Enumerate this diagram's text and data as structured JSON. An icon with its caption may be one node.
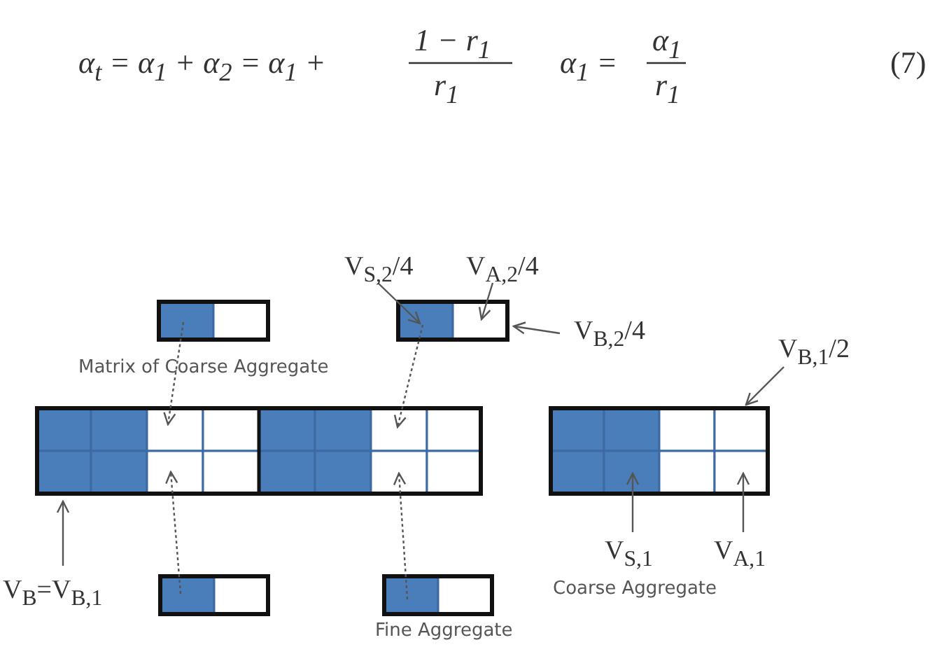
{
  "diagram": {
    "nodes": [
      {
        "text": [
          "V$_{S,2}$/4"
        ]
      },
      {
        "text": [
          "V$_{A,2}$/4"
        ]
      },
      {
        "text": [],
        "shape": "box"
      },
      {
        "text": [],
        "shape": "box"
      },
      {
        "text": [
          "V$_{B,2}$/4"
        ]
      },
      {
        "text": [
          "V$_{B,1}$/2"
        ]
      },
      {
        "text": [],
        "shape": "box"
      },
      {
        "text": [],
        "shape": "box"
      },
      {
        "text": [
          "V$_{B}$=V$_{B,1}$"
        ]
      },
      {
        "text": [],
        "shape": "box"
      },
      {
        "text": [],
        "shape": "box"
      },
      {
        "text": [
          "V$_{S,1}$"
        ]
      },
      {
        "text": [
          "V$_{A,1}$"
        ]
      }
    ],
    "edges": [
      {
        "from": 0,
        "to": 3,
        "arrow": "to"
      },
      {
        "from": 1,
        "to": 3,
        "arrow": "to"
      },
      {
        "from": 4,
        "to": 3,
        "arrow": "to"
      },
      {
        "from": 5,
        "to": 7,
        "arrow": "to"
      },
      {
        "from": 8,
        "to": 6,
        "arrow": "to"
      },
      {
        "from": 11,
        "to": 7,
        "arrow": "to"
      },
      {
        "from": 12,
        "to": 7,
        "arrow": "to"
      },
      {
        "from": 2,
        "to": 6,
        "arrow": "to",
        "style": "dashed"
      },
      {
        "from": 3,
        "to": 6,
        "arrow": "to",
        "style": "dashed"
      },
      {
        "from": 9,
        "to": 6,
        "arrow": "to",
        "style": "dashed"
      },
      {
        "from": 10,
        "to": 6,
        "arrow": "to",
        "style": "dashed"
      }
    ],
    "labels": [
      "α$_{t}$ = α$_{1}$ + α$_{2}$ = α$_{1}$ +",
      "1 − r$_{1}$",
      "r$_{1}$",
      "α$_{1}$ =",
      "α$_{1}$",
      "r$_{1}$",
      "(7)",
      "Matrix of Coarse Aggregate",
      "Coarse Aggregate",
      "Fine Aggregate"
    ]
  }
}
